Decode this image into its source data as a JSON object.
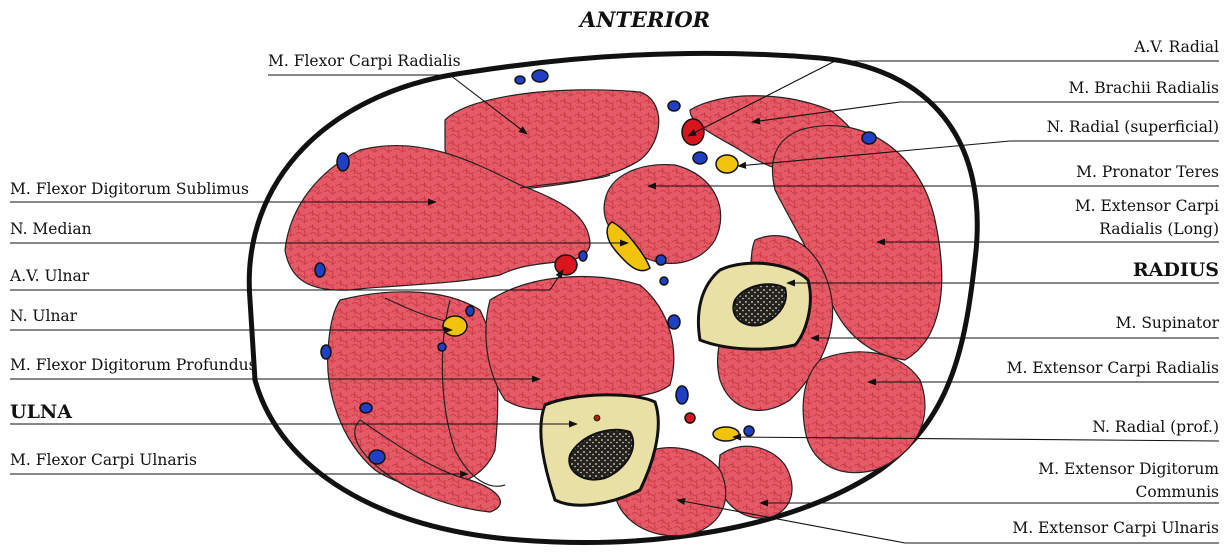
{
  "title": "ANTERIOR",
  "labels_left": {
    "flexor_carpi_radialis": "M. Flexor Carpi Radialis",
    "flexor_digitorum_sublimus": "M. Flexor Digitorum Sublimus",
    "n_median": "N. Median",
    "av_ulnar": "A.V. Ulnar",
    "n_ulnar": "N. Ulnar",
    "flexor_digitorum_profundus": "M. Flexor Digitorum Profundus",
    "ulna": "ULNA",
    "flexor_carpi_ulnaris": "M. Flexor Carpi Ulnaris"
  },
  "labels_right": {
    "av_radial": "A.V. Radial",
    "brachii_radialis": "M. Brachii Radialis",
    "n_radial_superficial": "N. Radial (superficial)",
    "pronator_teres": "M. Pronator Teres",
    "ext_carpi_radialis_long_1": "M. Extensor Carpi",
    "ext_carpi_radialis_long_2": "Radialis (Long)",
    "radius": "RADIUS",
    "supinator": "M. Supinator",
    "ext_carpi_radialis": "M. Extensor Carpi Radialis",
    "n_radial_prof": "N. Radial (prof.)",
    "ext_digitorum_communis_1": "M. Extensor Digitorum",
    "ext_digitorum_communis_2": "Communis",
    "ext_carpi_ulnaris": "M. Extensor Carpi Ulnaris"
  },
  "colors": {
    "muscle": "#e45a66",
    "muscle_texture": "#c8323f",
    "bone": "#e9e0a6",
    "marrow": "#222222",
    "artery": "#d8141c",
    "vein": "#1f3fc4",
    "nerve": "#f2c30c",
    "outline": "#111111"
  }
}
